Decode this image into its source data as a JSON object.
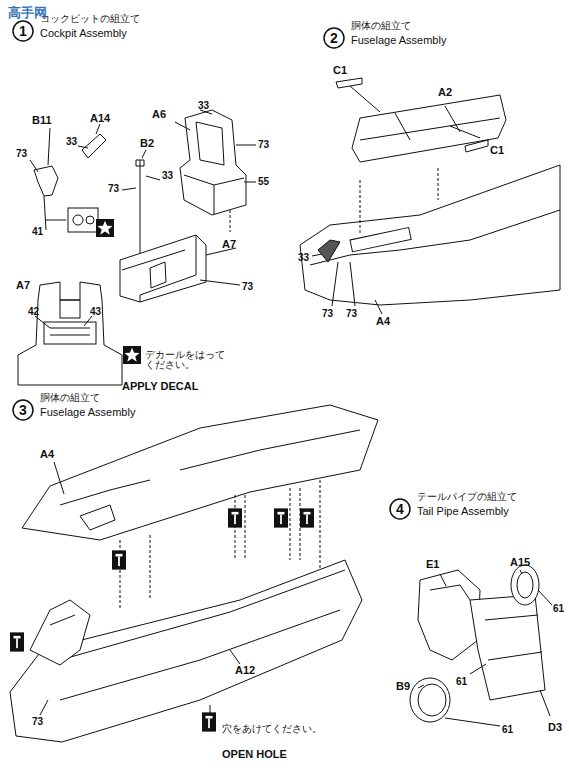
{
  "diagram": {
    "nodes": [
      {
        "text": [
          "1",
          "コックピットの組立て",
          "Cockpit Assembly"
        ]
      },
      {
        "text": [
          "2",
          "胴体の組立て",
          "Fuselage Assembly"
        ]
      },
      {
        "text": [
          "3",
          "胴体の組立て",
          "Fuselage Assembly"
        ]
      },
      {
        "text": [
          "4",
          "テールパイプの組立て",
          "Tail Pipe Assembly"
        ]
      }
    ],
    "edges": [],
    "labels": [
      "高手网",
      "33",
      "A6",
      "73",
      "55",
      "B11",
      "A14",
      "33",
      "B2",
      "73",
      "33",
      "73",
      "41",
      "A7",
      "73",
      "A7",
      "42",
      "43",
      "デカールをはってください。",
      "APPLY DECAL",
      "C1",
      "A2",
      "C1",
      "33",
      "73",
      "73",
      "A4",
      "A4",
      "A12",
      "73",
      "穴をあけてください。",
      "OPEN HOLE",
      "E1",
      "A15",
      "61",
      "61",
      "B9",
      "61",
      "D3"
    ]
  }
}
